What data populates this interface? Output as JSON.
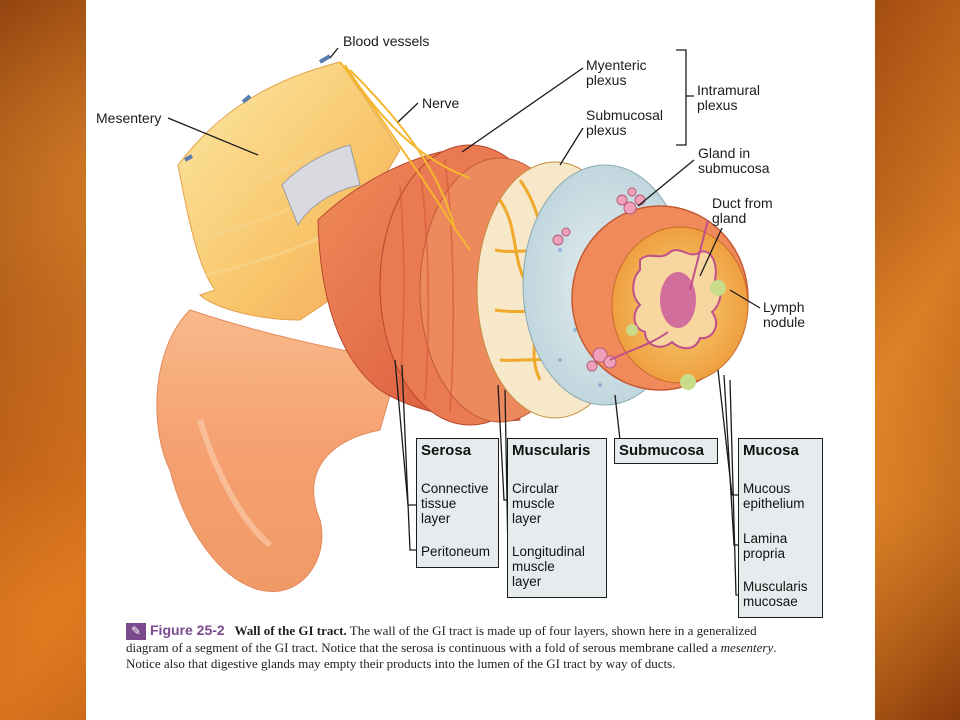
{
  "labels": {
    "blood_vessels": "Blood vessels",
    "mesentery": "Mesentery",
    "nerve": "Nerve",
    "myenteric_plexus": [
      "Myenteric",
      "plexus"
    ],
    "submucosal_plexus": [
      "Submucosal",
      "plexus"
    ],
    "intramural_plexus": [
      "Intramural",
      "plexus"
    ],
    "gland_in_submucosa": [
      "Gland in",
      "submucosa"
    ],
    "duct_from_gland": [
      "Duct from",
      "gland"
    ],
    "lymph_nodule": [
      "Lymph",
      "nodule"
    ]
  },
  "layer_boxes": [
    {
      "title": "Serosa",
      "items": [
        [
          "Connective",
          "tissue",
          "layer"
        ],
        [
          "Peritoneum"
        ]
      ]
    },
    {
      "title": "Muscularis",
      "items": [
        [
          "Circular",
          "muscle",
          "layer"
        ],
        [
          "Longitudinal",
          "muscle",
          "layer"
        ]
      ]
    },
    {
      "title": "Submucosa",
      "items": []
    },
    {
      "title": "Mucosa",
      "items": [
        [
          "Mucous",
          "epithelium"
        ],
        [
          "Lamina",
          "propria"
        ],
        [
          "Muscularis",
          "mucosae"
        ]
      ]
    }
  ],
  "caption": {
    "icon": "pencil-icon",
    "figure_number": "Figure 25-2",
    "title": "Wall of the GI tract.",
    "text_before_em": "The wall of the GI tract is made up of four layers, shown here in a generalized diagram of a segment of the GI tract. Notice that the serosa is continuous with a fold of serous membrane called a ",
    "em": "mesentery",
    "text_after_em": ". Notice also that digestive glands may empty their products into the lumen of the GI tract by way of ducts."
  },
  "colors": {
    "slide_background": "#b8540f",
    "mesentery": "#fbd98a",
    "muscle": "#e8704a",
    "submucosa": "#c9dde3",
    "mucosa": "#f3b04a",
    "plexus": "#f5b630",
    "box_fill": "#e6ecee"
  }
}
